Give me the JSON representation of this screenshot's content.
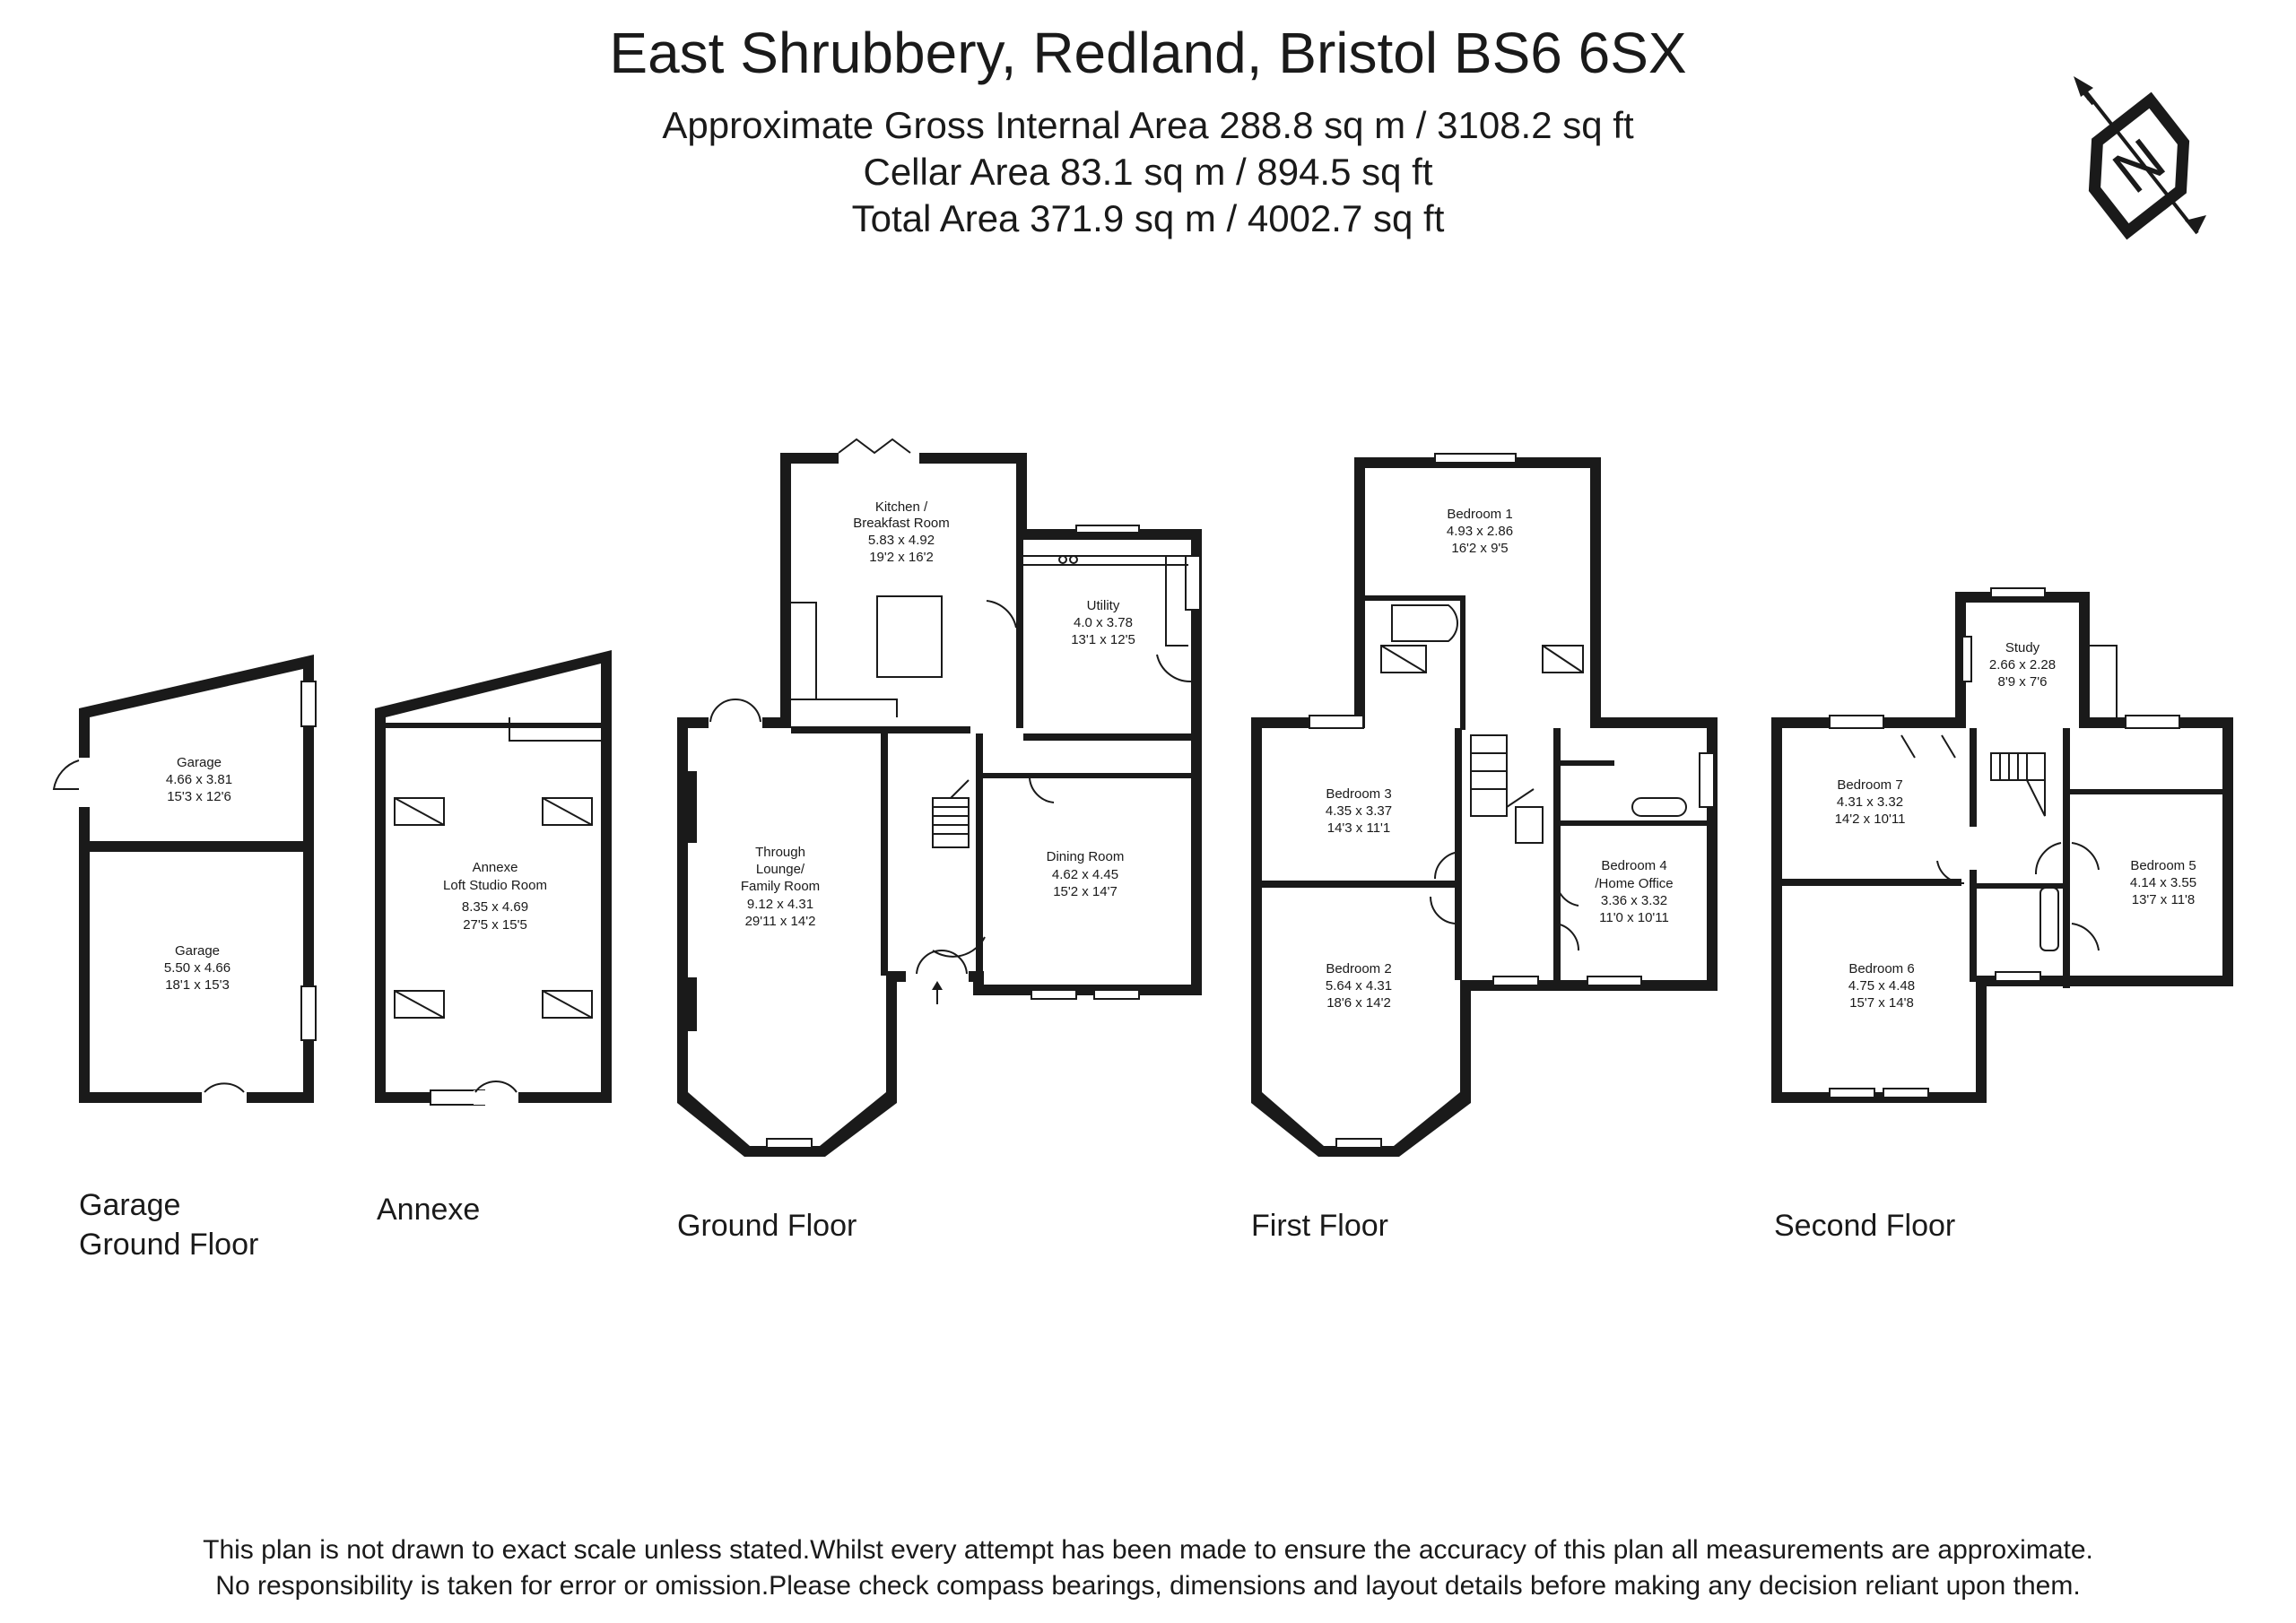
{
  "header": {
    "title": "East Shrubbery, Redland, Bristol BS6 6SX",
    "gross_area": "Approximate Gross Internal Area 288.8  sq m / 3108.2  sq ft",
    "cellar_area": "Cellar Area 83.1 sq m / 894.5 sq ft",
    "total_area": "Total Area 371.9 sq m / 4002.7 sq ft"
  },
  "compass": {
    "letter": "N",
    "icon": "north-arrow-icon"
  },
  "floors": {
    "garage": "Garage\nGround Floor",
    "annexe": "Annexe",
    "ground": "Ground Floor",
    "first": "First Floor",
    "second": "Second Floor"
  },
  "rooms": {
    "garage_upper": {
      "name": "Garage",
      "metric": "4.66 x 3.81",
      "imperial": "15'3 x 12'6"
    },
    "garage_lower": {
      "name": "Garage",
      "metric": "5.50 x 4.66",
      "imperial": "18'1 x 15'3"
    },
    "annexe_studio": {
      "name": "Annexe",
      "name2": "Loft Studio Room",
      "metric": "8.35 x 4.69",
      "imperial": "27'5 x 15'5"
    },
    "kitchen": {
      "name": "Kitchen /",
      "name2": "Breakfast Room",
      "metric": "5.83 x 4.92",
      "imperial": "19'2 x 16'2"
    },
    "utility": {
      "name": "Utility",
      "metric": "4.0 x 3.78",
      "imperial": "13'1 x 12'5"
    },
    "lounge": {
      "name": "Through",
      "name2": "Lounge/",
      "name3": "Family Room",
      "metric": "9.12 x 4.31",
      "imperial": "29'11 x 14'2"
    },
    "dining": {
      "name": "Dining Room",
      "metric": "4.62 x 4.45",
      "imperial": "15'2 x 14'7"
    },
    "bedroom1": {
      "name": "Bedroom 1",
      "metric": "4.93 x 2.86",
      "imperial": "16'2 x 9'5"
    },
    "bedroom3": {
      "name": "Bedroom 3",
      "metric": "4.35 x 3.37",
      "imperial": "14'3 x 11'1"
    },
    "bedroom2": {
      "name": "Bedroom 2",
      "metric": "5.64 x 4.31",
      "imperial": "18'6 x 14'2"
    },
    "bedroom4": {
      "name": "Bedroom 4",
      "name2": "/Home Office",
      "metric": "3.36 x 3.32",
      "imperial": "11'0 x 10'11"
    },
    "study": {
      "name": "Study",
      "metric": "2.66 x 2.28",
      "imperial": "8'9 x 7'6"
    },
    "bedroom7": {
      "name": "Bedroom 7",
      "metric": "4.31 x 3.32",
      "imperial": "14'2 x 10'11"
    },
    "bedroom5": {
      "name": "Bedroom 5",
      "metric": "4.14 x 3.55",
      "imperial": "13'7 x 11'8"
    },
    "bedroom6": {
      "name": "Bedroom 6",
      "metric": "4.75 x 4.48",
      "imperial": "15'7 x 14'8"
    }
  },
  "footer": {
    "line1": "This plan is not drawn to exact scale unless stated.Whilst every attempt has been made to ensure the accuracy of this plan all measurements are approximate.",
    "line2": "No responsibility is taken for error or omission.Please check compass bearings, dimensions and layout details before making any decision reliant upon them."
  }
}
